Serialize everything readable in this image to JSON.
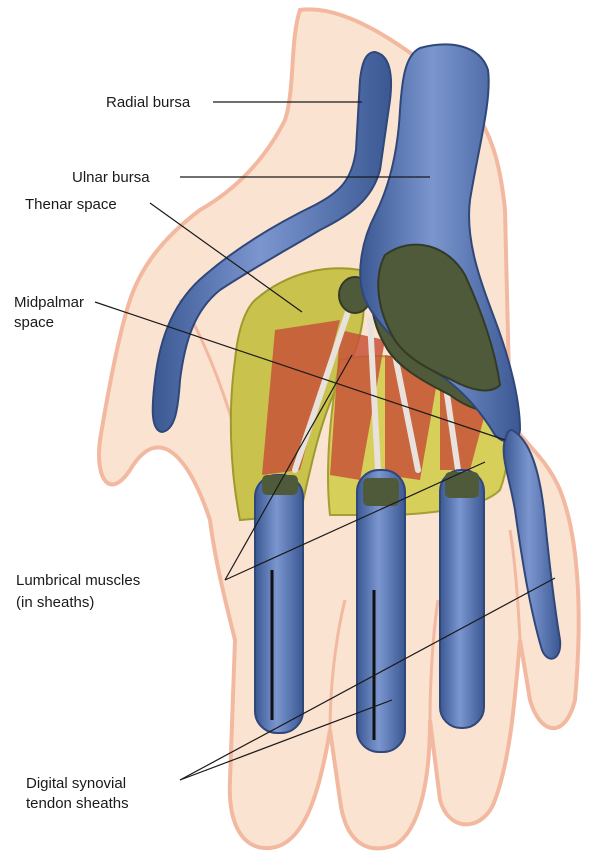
{
  "labels": {
    "radial_bursa": "Radial bursa",
    "ulnar_bursa": "Ulnar bursa",
    "thenar_space": "Thenar space",
    "midpalmar_line1": "Midpalmar",
    "midpalmar_line2": "space",
    "lumbrical_line1": "Lumbrical muscles",
    "lumbrical_line2": "(in sheaths)",
    "digital_line1": "Digital synovial",
    "digital_line2": "tendon sheaths"
  },
  "colors": {
    "skin": "#fbe3d2",
    "skin_outline": "#f2b9a0",
    "sheath": "#5d7bb8",
    "sheath_dark": "#3b5893",
    "sheath_highlight": "#9fb5df",
    "thenar_space": "#c9c34e",
    "midpalmar_space": "#4f5a3a",
    "muscle": "#c8533a",
    "tendon": "#e8e1dc"
  }
}
